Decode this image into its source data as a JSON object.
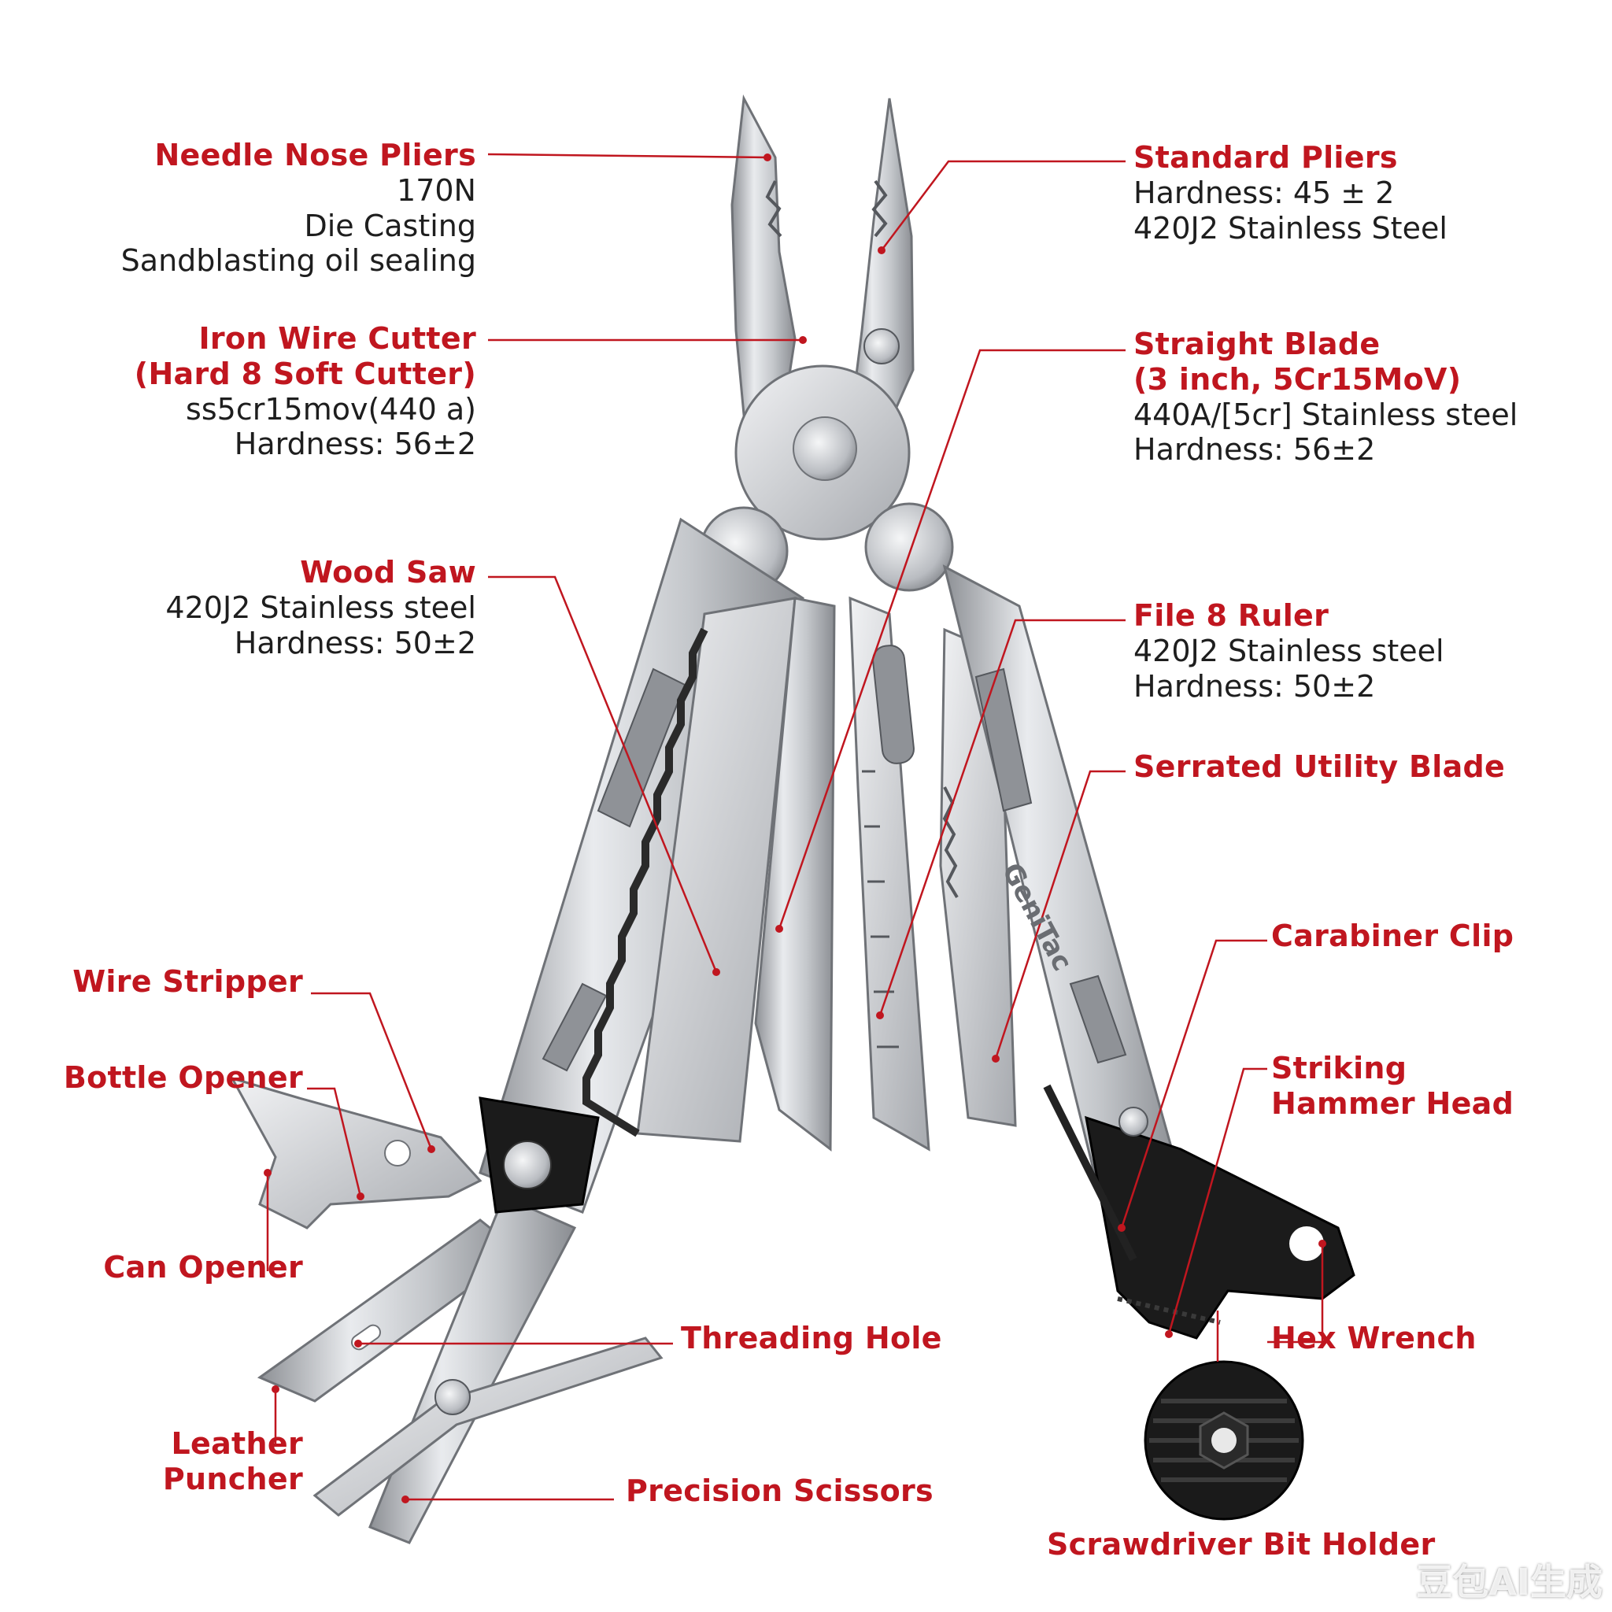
{
  "brand_engraving": "GeniTac",
  "watermark": "豆包AI生成",
  "colors": {
    "accent": "#c0161f",
    "text": "#1e1e1e",
    "steel": "#c9ccd0",
    "dark": "#1b1b1b"
  },
  "callouts": {
    "needle_nose": {
      "title": "Needle Nose Pliers",
      "specs": [
        "170N",
        "Die Casting",
        "Sandblasting oil sealing"
      ]
    },
    "standard_pliers": {
      "title": "Standard Pliers",
      "specs": [
        "Hardness: 45 ± 2",
        "420J2 Stainless Steel"
      ]
    },
    "wire_cutter": {
      "title": [
        "Iron Wire Cutter",
        "(Hard 8 Soft Cutter)"
      ],
      "specs": [
        "ss5cr15mov(440 a)",
        "Hardness: 56±2"
      ]
    },
    "straight_blade": {
      "title": [
        "Straight Blade",
        "(3 inch, 5Cr15MoV)"
      ],
      "specs": [
        "440A/[5cr]  Stainless steel",
        "Hardness: 56±2"
      ]
    },
    "wood_saw": {
      "title": "Wood Saw",
      "specs": [
        "420J2 Stainless steel",
        "Hardness: 50±2"
      ]
    },
    "file_ruler": {
      "title": "File 8 Ruler",
      "specs": [
        "420J2 Stainless steel",
        "Hardness: 50±2"
      ]
    },
    "serrated_blade": {
      "title": "Serrated Utility Blade"
    },
    "carabiner": {
      "title": "Carabiner Clip"
    },
    "hammer": {
      "title": [
        "Striking",
        "Hammer Head"
      ]
    },
    "wire_stripper": {
      "title": "Wire Stripper"
    },
    "bottle_opener": {
      "title": "Bottle Opener"
    },
    "can_opener": {
      "title": "Can Opener"
    },
    "threading_hole": {
      "title": "Threading Hole"
    },
    "hex_wrench": {
      "title": "Hex Wrench"
    },
    "leather_puncher": {
      "title": [
        "Leather",
        "Puncher"
      ]
    },
    "scissors": {
      "title": "Precision Scissors"
    },
    "bit_holder": {
      "title": "Scrawdriver Bit Holder"
    }
  }
}
